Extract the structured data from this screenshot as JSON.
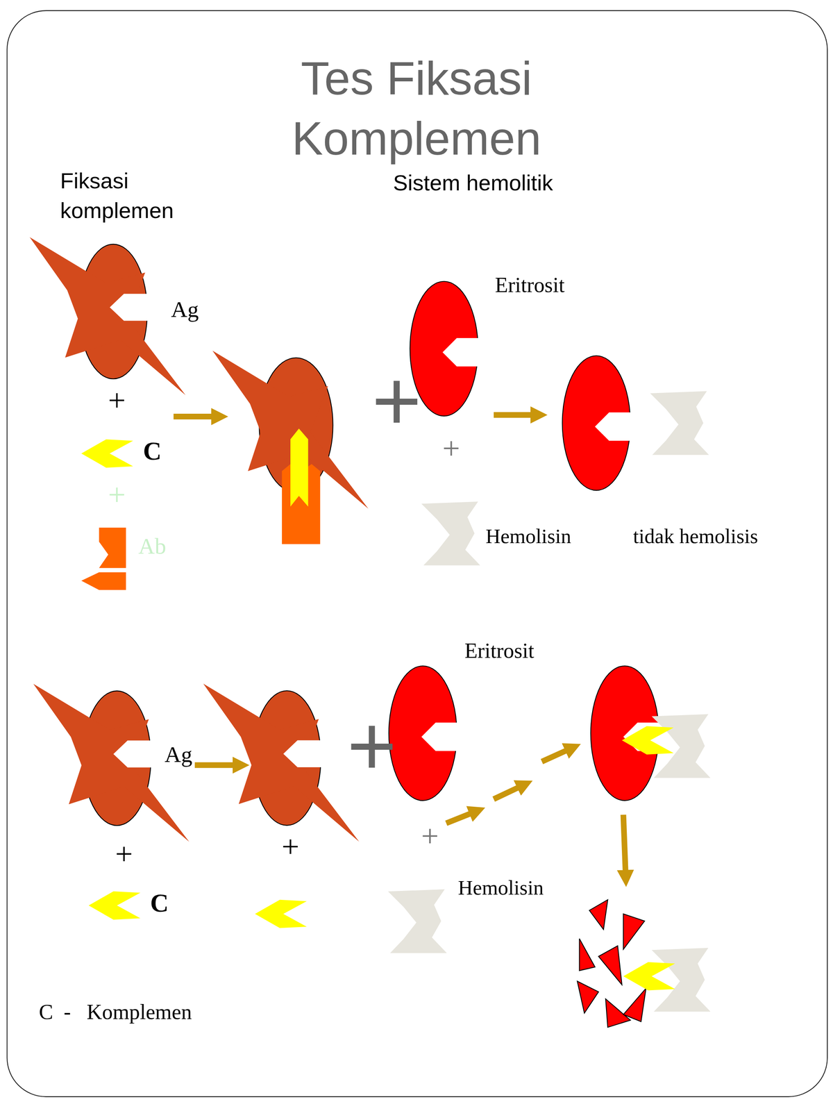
{
  "diagram": {
    "title": "Tes Fiksasi Komplemen",
    "nodes": [
      {
        "text": [
          "Ag"
        ]
      },
      {
        "text": [
          "C"
        ]
      },
      {
        "text": [
          "Ab"
        ]
      },
      {
        "text": [
          "Eritrosit"
        ]
      },
      {
        "text": [
          "Hemolisin"
        ]
      },
      {
        "text": [
          "tidak hemolisis"
        ]
      },
      {
        "text": [
          "Ag"
        ]
      },
      {
        "text": [
          "C"
        ]
      },
      {
        "text": [
          "Eritrosit"
        ]
      },
      {
        "text": [
          "Hemolisin"
        ]
      }
    ],
    "edges": [
      {
        "from": 3,
        "to": 5,
        "arrow": "to"
      }
    ],
    "labels": [
      "Fiksasi komplemen",
      "Sistem hemolitik",
      "+",
      "+",
      "+",
      "+",
      "+",
      "+",
      "+",
      "+",
      "C  -   Komplemen"
    ]
  }
}
